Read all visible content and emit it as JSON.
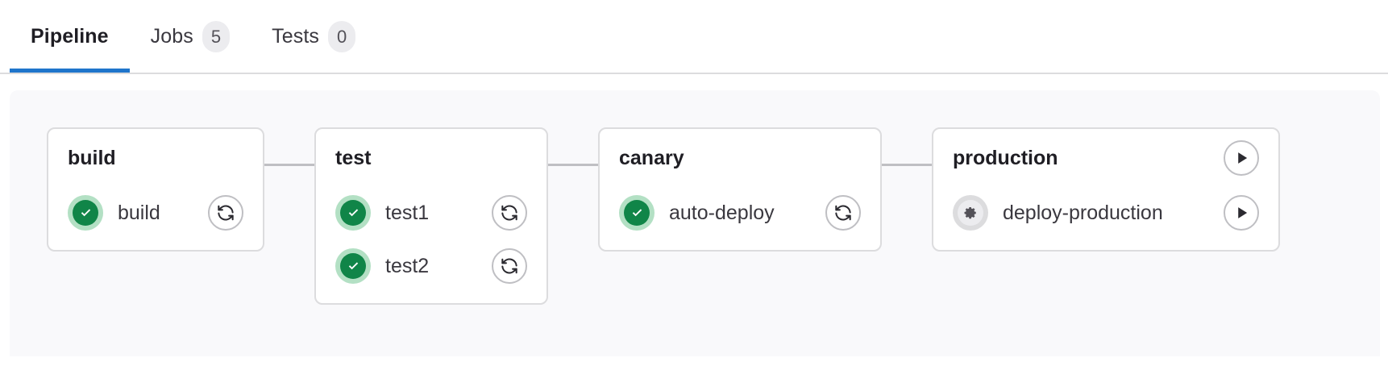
{
  "tabs": [
    {
      "label": "Pipeline",
      "badge": null,
      "active": true
    },
    {
      "label": "Jobs",
      "badge": "5",
      "active": false
    },
    {
      "label": "Tests",
      "badge": "0",
      "active": false
    }
  ],
  "colors": {
    "active_tab_underline": "#1f75cb",
    "success_green": "#108548",
    "success_halo": "#b3e0c4",
    "manual_gray": "#ececef",
    "manual_halo": "#dcdcde",
    "card_border": "#dcdcde",
    "panel_background": "#f9f9fb",
    "connector": "#bfbfc3"
  },
  "pipeline": {
    "stages": [
      {
        "name": "build",
        "header_action": null,
        "jobs": [
          {
            "name": "build",
            "status": "success",
            "status_icon": "check-circle-icon",
            "action": "retry",
            "action_icon": "retry-icon"
          }
        ]
      },
      {
        "name": "test",
        "header_action": null,
        "jobs": [
          {
            "name": "test1",
            "status": "success",
            "status_icon": "check-circle-icon",
            "action": "retry",
            "action_icon": "retry-icon"
          },
          {
            "name": "test2",
            "status": "success",
            "status_icon": "check-circle-icon",
            "action": "retry",
            "action_icon": "retry-icon"
          }
        ]
      },
      {
        "name": "canary",
        "header_action": null,
        "jobs": [
          {
            "name": "auto-deploy",
            "status": "success",
            "status_icon": "check-circle-icon",
            "action": "retry",
            "action_icon": "retry-icon"
          }
        ]
      },
      {
        "name": "production",
        "header_action": "play",
        "header_action_icon": "play-icon",
        "jobs": [
          {
            "name": "deploy-production",
            "status": "manual",
            "status_icon": "gear-icon",
            "action": "play",
            "action_icon": "play-icon"
          }
        ]
      }
    ]
  }
}
